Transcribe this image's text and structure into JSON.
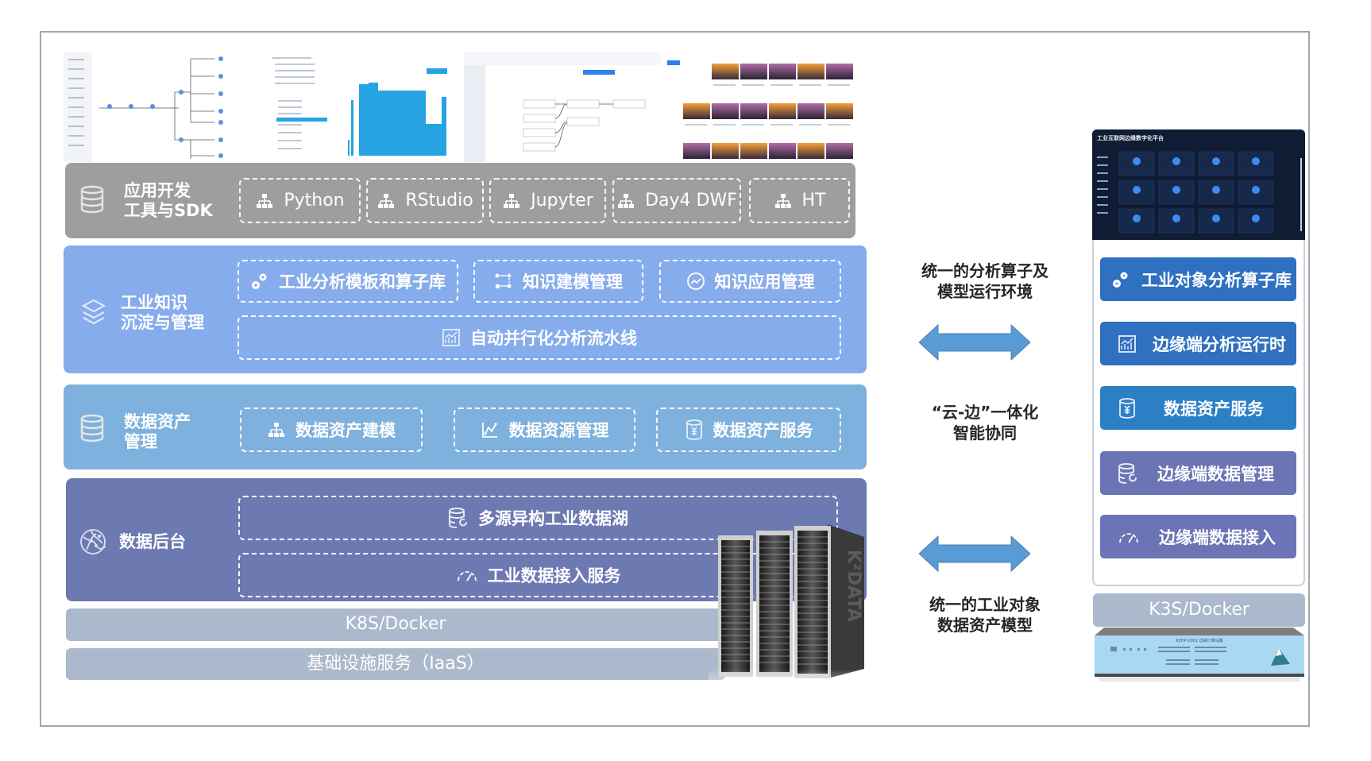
{
  "diagram": {
    "thumbnails": [
      {
        "name": "knowledge-tree-screenshot"
      },
      {
        "name": "data-chart-screenshot"
      },
      {
        "name": "pipeline-editor-screenshot"
      },
      {
        "name": "app-gallery-screenshot"
      }
    ],
    "layers": {
      "sdk": {
        "title_line1": "应用开发",
        "title_line2": "工具与SDK",
        "icon": "database-icon",
        "tools": [
          {
            "label": "Python",
            "icon": "hierarchy-icon"
          },
          {
            "label": "RStudio",
            "icon": "hierarchy-icon"
          },
          {
            "label": "Jupyter",
            "icon": "hierarchy-icon"
          },
          {
            "label": "Day4 DWF",
            "icon": "hierarchy-icon"
          },
          {
            "label": "HT",
            "icon": "hierarchy-icon"
          }
        ]
      },
      "knowledge": {
        "title_line1": "工业知识",
        "title_line2": "沉淀与管理",
        "icon": "layers-icon",
        "items": [
          {
            "label": "工业分析模板和算子库",
            "icon": "gears-icon"
          },
          {
            "label": "知识建模管理",
            "icon": "flow-nodes-icon"
          },
          {
            "label": "知识应用管理",
            "icon": "trend-circle-icon"
          }
        ],
        "pipeline": {
          "label": "自动并行化分析流水线",
          "icon": "chart-icon"
        }
      },
      "asset": {
        "title_line1": "数据资产",
        "title_line2": "管理",
        "icon": "database-icon",
        "items": [
          {
            "label": "数据资产建模",
            "icon": "hierarchy-icon"
          },
          {
            "label": "数据资源管理",
            "icon": "line-chart-icon"
          },
          {
            "label": "数据资产服务",
            "icon": "cylinder-yen-icon"
          }
        ]
      },
      "backend": {
        "title": "数据后台",
        "icon": "network-globe-icon",
        "items": [
          {
            "label": "多源异构工业数据湖",
            "icon": "database-sync-icon"
          },
          {
            "label": "工业数据接入服务",
            "icon": "gauge-icon"
          }
        ]
      },
      "k8s": {
        "label": "K8S/Docker"
      },
      "iaas": {
        "label": "基础设施服务（IaaS）"
      }
    },
    "middle": {
      "top_text_line1": "统一的分析算子及",
      "top_text_line2": "模型运行环境",
      "mid_text_line1": "“云-边”一体化",
      "mid_text_line2": "智能协同",
      "bottom_text_line1": "统一的工业对象",
      "bottom_text_line2": "数据资产模型",
      "arrow_color": "#5b9bd5"
    },
    "edge": {
      "dashboard_title": "工业互联网边缘数字化平台",
      "buttons": [
        {
          "label": "工业对象分析算子库",
          "icon": "gears-icon"
        },
        {
          "label": "边缘端分析运行时",
          "icon": "chart-icon"
        },
        {
          "label": "数据资产服务",
          "icon": "cylinder-yen-icon"
        },
        {
          "label": "边缘端数据管理",
          "icon": "database-sync-icon"
        },
        {
          "label": "边缘端数据接入",
          "icon": "gauge-icon"
        }
      ],
      "k3s_label": "K3S/Docker",
      "device_label": "K2HP-1001 边缘计算设备"
    },
    "server_brand": "K²DATA",
    "colors": {
      "sdk_band": "#9e9e9e",
      "knowledge_band": "#87acec",
      "asset_band": "#7eb1dd",
      "backend_band": "#6d79b1",
      "infra_band": "#acb8cb",
      "edge_blue": "#2f70c0",
      "edge_purple": "#6b74b4"
    }
  }
}
